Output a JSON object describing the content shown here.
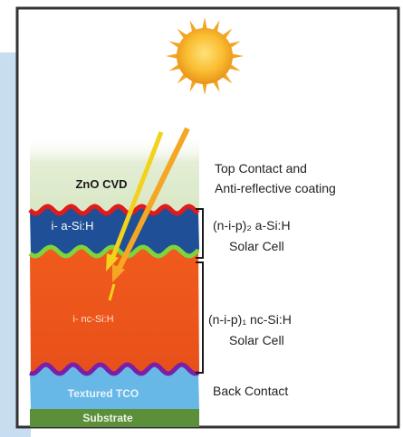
{
  "layers": {
    "zno": "ZnO CVD",
    "asi": "i- a-Si:H",
    "ncsi": "i- nc-Si:H",
    "tco": "Textured TCO",
    "substrate": "Substrate"
  },
  "labels": {
    "top_contact_1": "Top Contact and",
    "top_contact_2": "Anti-reflective coating",
    "cell2_1": "(n-i-p)₂ a-Si:H",
    "cell2_2": "Solar Cell",
    "cell1_1": "(n-i-p)₁ nc-Si:H",
    "cell1_2": "Solar Cell",
    "back_contact": "Back Contact"
  },
  "colors": {
    "outer_panel": "#c7def0",
    "frame": "#333333",
    "zno": "#e6f0d8",
    "asi": "#1f4f96",
    "ncsi": "#f25c1c",
    "tco": "#67b8e6",
    "substrate": "#5c8f3a",
    "wave_red": "#e01b1b",
    "wave_green": "#7fd33c",
    "wave_purple": "#7a1fa8",
    "ray_yellow": "#f2d21c",
    "ray_orange": "#f5a623",
    "sun": "#f7b32b"
  }
}
